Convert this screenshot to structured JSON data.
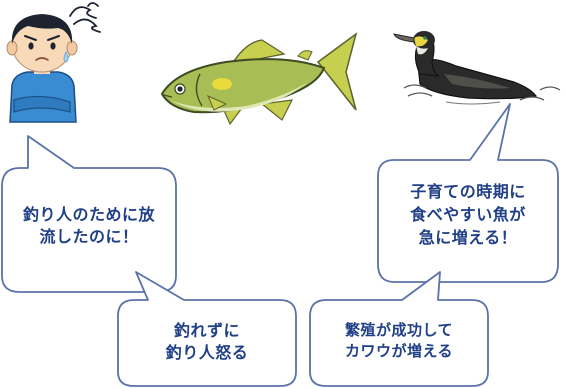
{
  "bubbles": {
    "angler_stocked": {
      "lines": [
        "釣り人のために放",
        "流したのに！"
      ]
    },
    "angler_angry": {
      "lines": [
        "釣れずに",
        "釣り人怒る"
      ]
    },
    "cormorant_breeding": {
      "lines": [
        "子育ての時期に",
        "食べやすい魚が",
        "急に増える！"
      ]
    },
    "cormorant_increase": {
      "lines": [
        "繁殖が成功して",
        "カワウが増える"
      ]
    }
  },
  "colors": {
    "bubble_border": "#5a73a8",
    "text": "#1f3f86",
    "person_shirt": "#3a8cd2",
    "person_hair": "#1e2330",
    "person_skin": "#f8d9b8",
    "fish_body": "#a9bd55",
    "fish_fin": "#c7cf4e",
    "fish_belly": "#dfe8b5",
    "bird_body": "#2a2a2a",
    "bird_face": "#e8d640"
  },
  "icons": {
    "person": "worried-angler-illustration",
    "fish": "ayu-sweetfish-illustration",
    "bird": "cormorant-swimming-illustration",
    "worry": "worry-scribble-icon"
  }
}
